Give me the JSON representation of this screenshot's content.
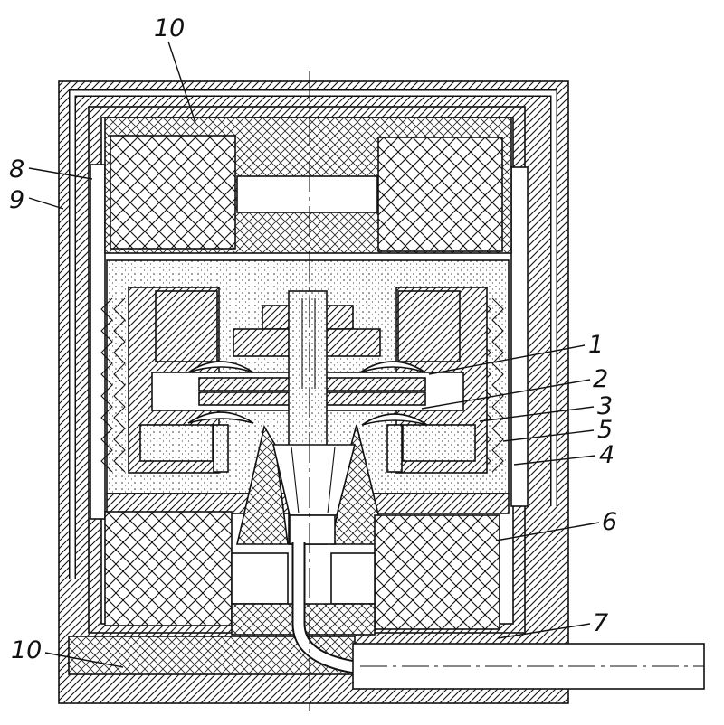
{
  "labels": [
    "10",
    "8",
    "9",
    "1",
    "2",
    "3",
    "5",
    "4",
    "6",
    "7",
    "10"
  ]
}
